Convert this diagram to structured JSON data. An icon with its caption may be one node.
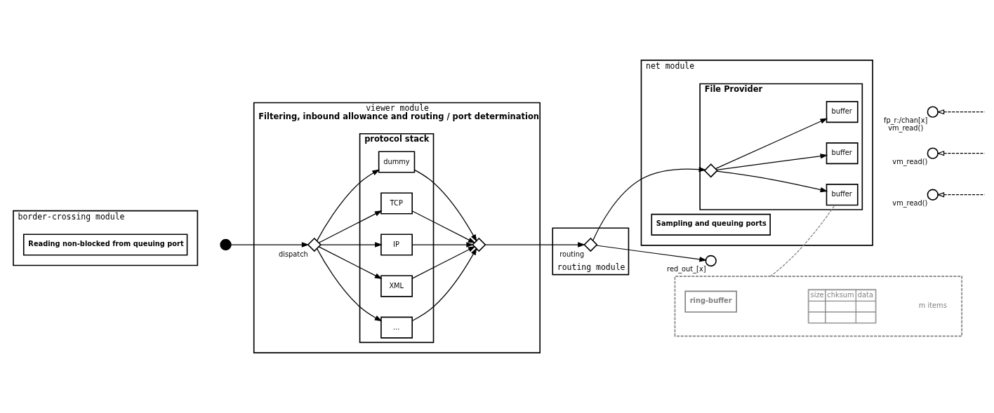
{
  "diagram": {
    "nodes": [
      {
        "text": [
          "border-crossing module"
        ]
      },
      {
        "text": [
          "Reading non-blocked from queuing port"
        ],
        "in": 0
      },
      {
        "text": [],
        "shape": "circle"
      },
      {
        "text": [
          "viewer module",
          "Filtering, inbound allowance and routing / port determination"
        ]
      },
      {
        "text": [],
        "shape": "diamond",
        "beside": [
          "dispatch"
        ],
        "in": 3
      },
      {
        "text": [
          "protocol stack"
        ],
        "in": 3
      },
      {
        "text": [
          "dummy"
        ],
        "in": 5
      },
      {
        "text": [
          "TCP"
        ],
        "in": 5
      },
      {
        "text": [
          "IP"
        ],
        "in": 5
      },
      {
        "text": [
          "XML"
        ],
        "in": 5
      },
      {
        "text": [
          "..."
        ],
        "in": 5
      },
      {
        "text": [],
        "shape": "diamond",
        "in": 3
      },
      {
        "text": [
          "routing module"
        ]
      },
      {
        "text": [],
        "shape": "diamond",
        "beside": [
          "routing"
        ],
        "in": 12
      },
      {
        "text": [
          "net module"
        ]
      },
      {
        "text": [
          "Sampling and queuing ports"
        ],
        "in": 14
      },
      {
        "text": [],
        "shape": "circle",
        "beside": [
          "red_out_[x]"
        ]
      },
      {
        "text": [
          "File Provider"
        ],
        "in": 14
      },
      {
        "text": [],
        "shape": "diamond",
        "in": 17
      },
      {
        "text": [
          "buffer"
        ],
        "in": 17
      },
      {
        "text": [
          "buffer"
        ],
        "in": 17
      },
      {
        "text": [
          "buffer"
        ],
        "in": 17
      },
      {
        "text": [],
        "shape": "circle",
        "beside": [
          "fp_r:/chan[x]",
          "vm_read()"
        ]
      },
      {
        "text": [],
        "shape": "circle",
        "beside": [
          "vm_read()"
        ]
      },
      {
        "text": [],
        "shape": "circle",
        "beside": [
          "vm_read()"
        ]
      },
      {
        "text": [],
        "shape": "box"
      },
      {
        "text": [
          "ring-buffer"
        ],
        "in": 25
      }
    ],
    "edges": [
      {
        "from": 2,
        "to": 4,
        "arrow": "to"
      },
      {
        "from": 4,
        "to": 6,
        "arrow": "to"
      },
      {
        "from": 4,
        "to": 7,
        "arrow": "to"
      },
      {
        "from": 4,
        "to": 8,
        "arrow": "to"
      },
      {
        "from": 4,
        "to": 9,
        "arrow": "to"
      },
      {
        "from": 4,
        "to": 10,
        "arrow": "to"
      },
      {
        "from": 6,
        "to": 11,
        "arrow": "to"
      },
      {
        "from": 7,
        "to": 11,
        "arrow": "to"
      },
      {
        "from": 8,
        "to": 11,
        "arrow": "to"
      },
      {
        "from": 9,
        "to": 11,
        "arrow": "to"
      },
      {
        "from": 10,
        "to": 11,
        "arrow": "to"
      },
      {
        "from": 11,
        "to": 13,
        "arrow": "to"
      },
      {
        "from": 13,
        "to": 16,
        "arrow": "to"
      },
      {
        "from": 13,
        "to": 18,
        "arrow": "to"
      },
      {
        "from": 18,
        "to": 19,
        "arrow": "to"
      },
      {
        "from": 18,
        "to": 20,
        "arrow": "to"
      },
      {
        "from": 18,
        "to": 21,
        "arrow": "to"
      },
      {
        "from": null,
        "to": 22,
        "arrow": "to",
        "style": "dashed"
      },
      {
        "from": null,
        "to": 23,
        "arrow": "to",
        "style": "dashed"
      },
      {
        "from": null,
        "to": 24,
        "arrow": "to",
        "style": "dashed"
      },
      {
        "from": 25,
        "to": 21,
        "arrow": "none",
        "style": "dashed",
        "color": "#808080"
      }
    ],
    "labels": [
      "size",
      "chksum",
      "data",
      "m items"
    ]
  }
}
